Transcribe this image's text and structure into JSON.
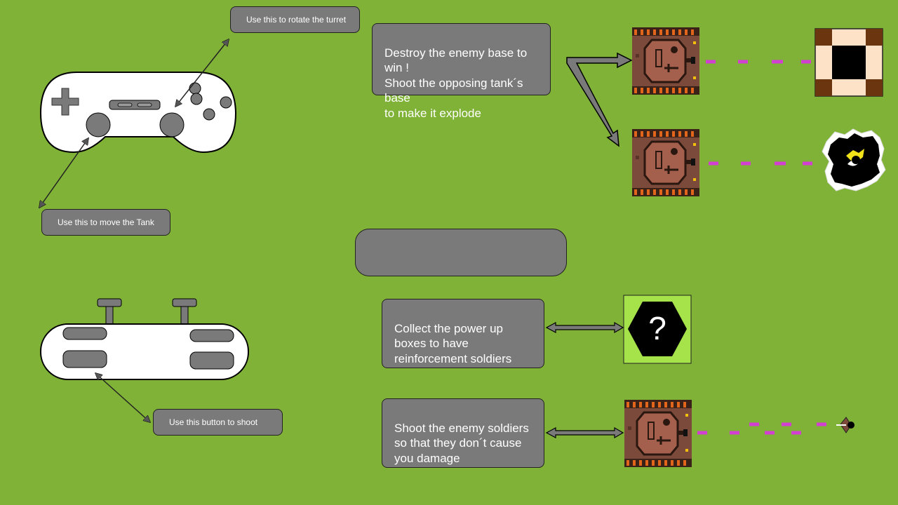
{
  "hints": {
    "rotate_turret": "Use this to rotate the turret",
    "move_tank": "Use this to move the Tank",
    "shoot_button": "Use this button to shoot"
  },
  "objectives": {
    "destroy_base": "Destroy the enemy base to win !\nShoot the opposing tank´s base\nto make it explode",
    "center_box": "",
    "power_up": "Collect the power up\nboxes to have\nreinforcement soldiers",
    "soldiers": "Shoot the enemy soldiers\nso that they don´t cause\nyou damage"
  },
  "power_up_symbol": "?",
  "colors": {
    "background": "#7fb236",
    "bubble": "#7a7a7a",
    "trajectory": "#d23fd2",
    "powerup_bg": "#a6e24a",
    "tank_body": "#7c4a3a",
    "tank_tread": "#e2651c"
  },
  "icons": [
    "gamepad-front-icon",
    "gamepad-top-icon",
    "tank-icon",
    "enemy-base-icon",
    "explosion-icon",
    "powerup-box-icon",
    "soldier-icon"
  ]
}
